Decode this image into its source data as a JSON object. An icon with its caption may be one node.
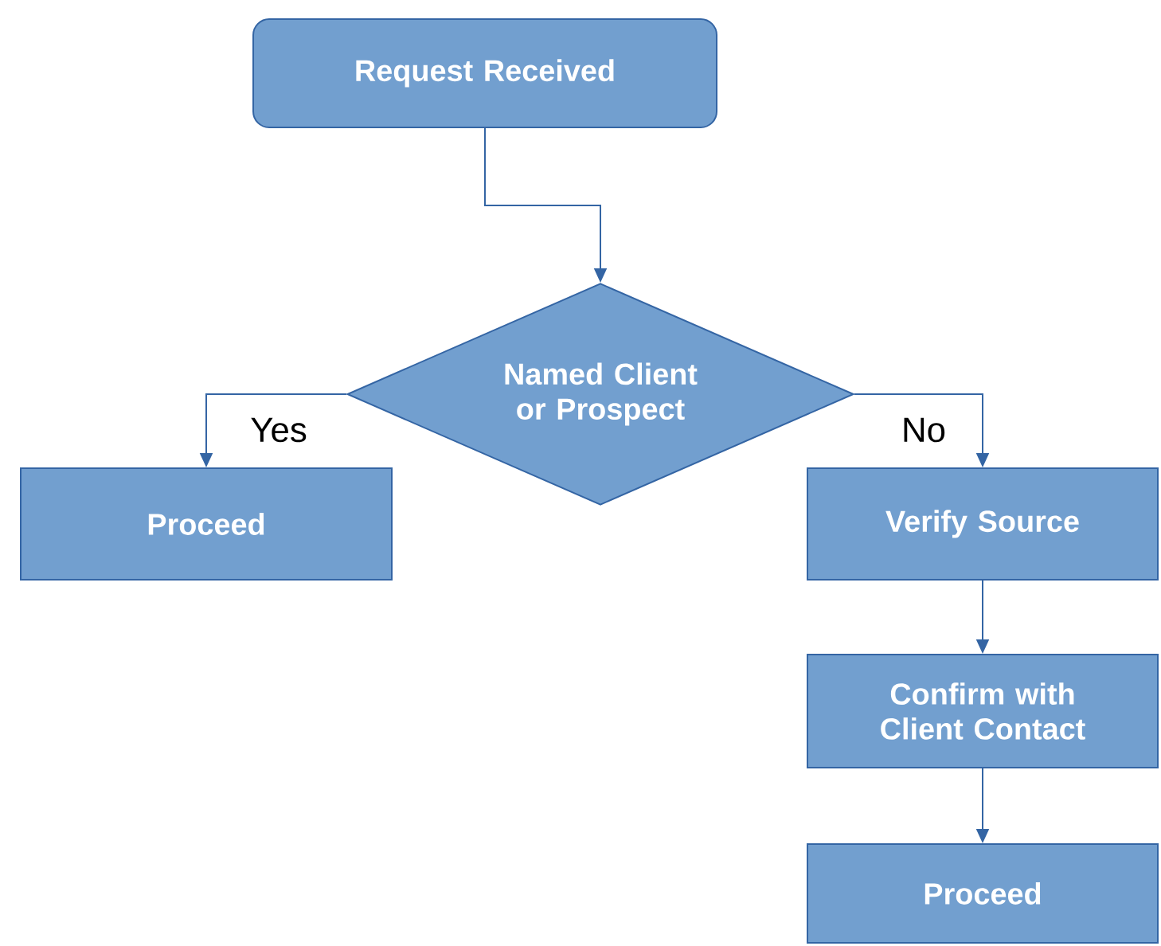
{
  "diagram": {
    "nodes": [
      {
        "text": [
          "Request Received"
        ]
      },
      {
        "text": [
          "Named Client or Prospect"
        ]
      },
      {
        "text": [
          "Proceed"
        ]
      },
      {
        "text": [
          "Verify Source"
        ]
      },
      {
        "text": [
          "Confirm with Client Contact"
        ]
      },
      {
        "text": [
          "Proceed"
        ]
      }
    ],
    "edges": [
      {
        "from": 0,
        "to": 1,
        "arrow": "to"
      },
      {
        "from": 1,
        "to": 2,
        "arrow": "to",
        "label": "Yes"
      },
      {
        "from": 1,
        "to": 3,
        "arrow": "to",
        "label": "No"
      },
      {
        "from": 3,
        "to": 4,
        "arrow": "to"
      },
      {
        "from": 4,
        "to": 5,
        "arrow": "to"
      }
    ]
  }
}
